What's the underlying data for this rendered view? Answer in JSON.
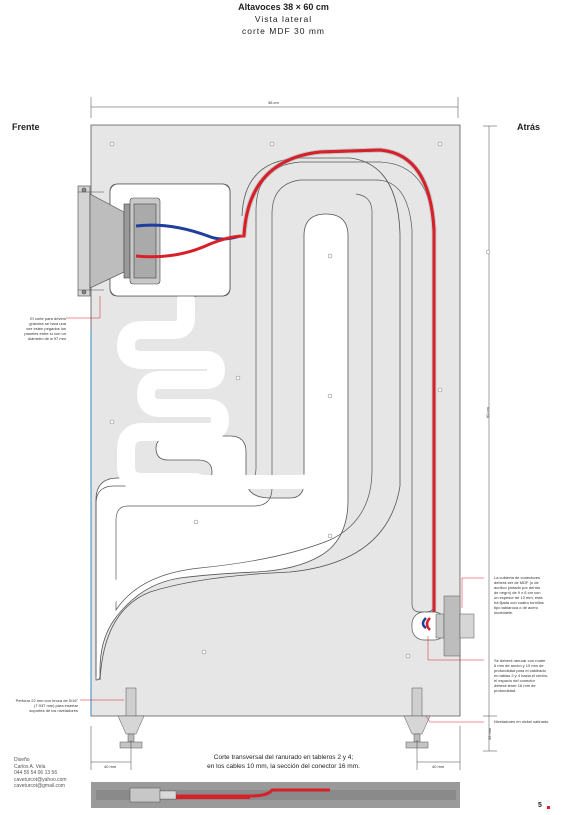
{
  "header": {
    "title": "Altavoces 38 × 60 cm",
    "subtitle1": "Vista lateral",
    "subtitle2": "corte MDF 30 mm"
  },
  "labels": {
    "front": "Frente",
    "back": "Atrás"
  },
  "dimensions": {
    "width": "38 cm",
    "height": "60 cm",
    "foot_height": "39 mm",
    "left_offset": "40 mm",
    "right_offset": "40 mm"
  },
  "notes": {
    "driver_cut": [
      "El corte para drivers",
      "grandes se hará una",
      "vez estén pegados los",
      "paneles entre sí con un",
      "diámetro de ø 97 mm"
    ],
    "connector_cover": [
      "La cubierta de conectores",
      "deberá ser de MDF (o de",
      "acrílico pintado por dentro",
      "de negro) de 9 x 6 cm con",
      "un espesor de 12 mm, ésta",
      "irá fijada con cuatro tornillos",
      "tipo tablaroca o de acero",
      "inoxidable."
    ],
    "groove": [
      "Se deberá ranurar con router",
      "6 mm de ancho y 10 mm de",
      "profundidad para el cableado",
      "en tablas 2 y 4 hacia el centro,",
      "el espacio del conector",
      "deberá tener 16 mm de",
      "profundidad."
    ],
    "drill": [
      "Perforar 22 mm con broca de 5/16\"",
      "(7.937 mm) para insertar",
      "soportes de los niveladores"
    ],
    "levelers": "Niveladores en nickel satinado."
  },
  "caption": {
    "line1": "Corte transversal del ranurado en tableros 2 y 4;",
    "line2": "en los cables 10 mm, la sección del conector 16 mm."
  },
  "credit": {
    "role": "Diseño",
    "name": "Carlos A. Vela",
    "phone": "044 55 54 06 13 56",
    "email1": "caveturcot@yahoo.com",
    "email2": "caveturcot@gmail.com"
  },
  "page_number": "5",
  "colors": {
    "panel": "#e6e6e6",
    "cable_red": "#d8202a",
    "cable_blue": "#1f3f9c",
    "accent": "#d8202a"
  }
}
